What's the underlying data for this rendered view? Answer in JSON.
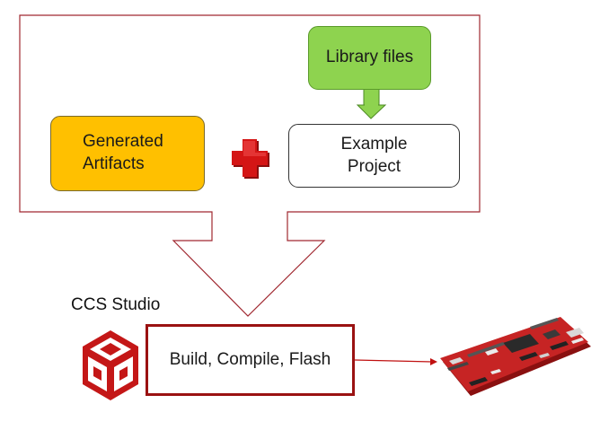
{
  "nodes": {
    "library_files": "Library files",
    "generated_artifacts_line1": "Generated",
    "generated_artifacts_line2": "Artifacts",
    "example_project_line1": "Example",
    "example_project_line2": "Project",
    "build_compile_flash": "Build, Compile, Flash"
  },
  "labels": {
    "ccs_studio": "CCS Studio"
  },
  "colors": {
    "outline_red": "#a02830",
    "library_green": "#8ed34f",
    "artifacts_orange": "#ffc000",
    "plus_red": "#d41515",
    "build_border": "#9a1212",
    "board_red": "#c62424"
  },
  "icons": [
    "plus-icon",
    "ccs-cube-icon",
    "launchpad-board-icon"
  ]
}
